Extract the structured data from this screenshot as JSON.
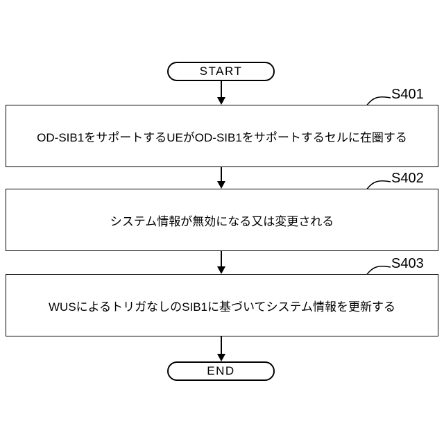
{
  "figure": {
    "type": "flowchart",
    "colors": {
      "line": "#000000",
      "background": "#ffffff"
    },
    "start": {
      "label": "START"
    },
    "end": {
      "label": "END"
    },
    "steps": [
      {
        "id": "S401",
        "text": "OD-SIB1をサポートするUEがOD-SIB1をサポートするセルに在圏する"
      },
      {
        "id": "S402",
        "text": "システム情報が無効になる又は変更される"
      },
      {
        "id": "S403",
        "text": "WUSによるトリガなしのSIB1に基づいてシステム情報を更新する"
      }
    ]
  }
}
